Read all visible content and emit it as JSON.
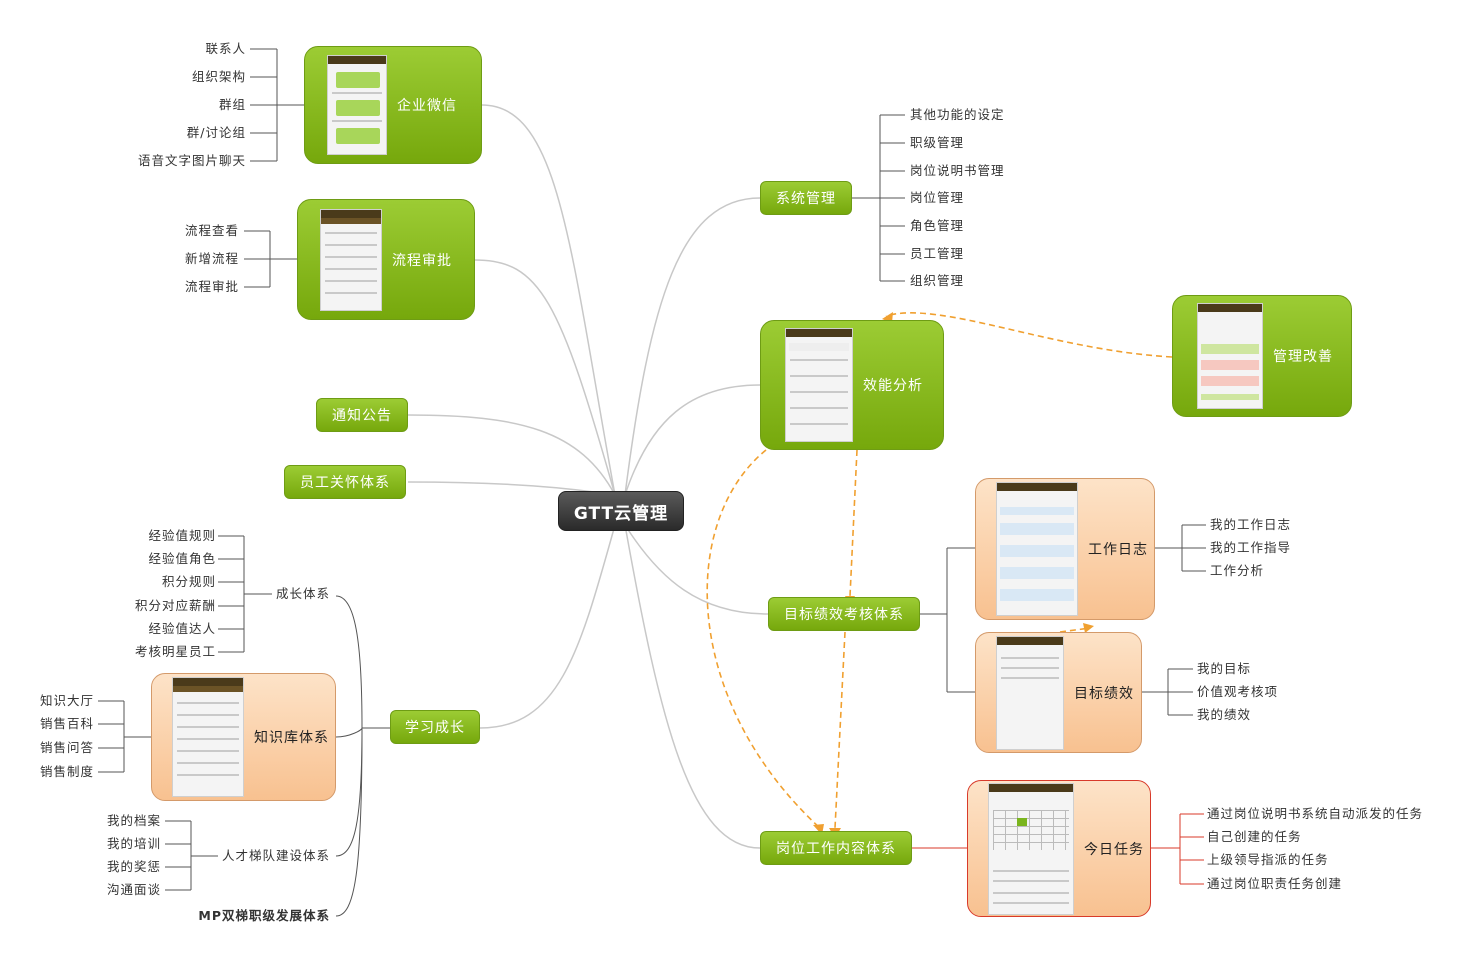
{
  "center": "GTT云管理",
  "colors": {
    "green": "#86b81e",
    "peach": "#f9c89a",
    "link": "#c8c8c8",
    "dash": "#f0a030",
    "red": "#d83a2a"
  },
  "left": {
    "qywx": {
      "label": "企业微信",
      "leaves": [
        "联系人",
        "组织架构",
        "群组",
        "群/讨论组",
        "语音文字图片聊天"
      ]
    },
    "lcsp": {
      "label": "流程审批",
      "leaves": [
        "流程查看",
        "新增流程",
        "流程审批"
      ]
    },
    "tzgg": {
      "label": "通知公告"
    },
    "ygga": {
      "label": "员工关怀体系"
    },
    "xxcz": {
      "label": "学习成长",
      "czix": {
        "label": "成长体系",
        "leaves": [
          "经验值规则",
          "经验值角色",
          "积分规则",
          "积分对应薪酬",
          "经验值达人",
          "考核明星员工"
        ]
      },
      "zsk": {
        "label": "知识库体系",
        "leaves": [
          "知识大厅",
          "销售百科",
          "销售问答",
          "销售制度"
        ]
      },
      "rctd": {
        "label": "人才梯队建设体系",
        "leaves": [
          "我的档案",
          "我的培训",
          "我的奖惩",
          "沟通面谈"
        ]
      },
      "mp": {
        "label": "MP双梯职级发展体系"
      }
    }
  },
  "right": {
    "xtgl": {
      "label": "系统管理",
      "leaves": [
        "其他功能的设定",
        "职级管理",
        "岗位说明书管理",
        "岗位管理",
        "角色管理",
        "员工管理",
        "组织管理"
      ]
    },
    "xnfx": {
      "label": "效能分析"
    },
    "glgs": {
      "label": "管理改善"
    },
    "mbjx": {
      "label": "目标绩效考核体系",
      "gzrz": {
        "label": "工作日志",
        "leaves": [
          "我的工作日志",
          "我的工作指导",
          "工作分析"
        ]
      },
      "mbjxc": {
        "label": "目标绩效",
        "leaves": [
          "我的目标",
          "价值观考核项",
          "我的绩效"
        ]
      }
    },
    "gwgz": {
      "label": "岗位工作内容体系",
      "jrrw": {
        "label": "今日任务",
        "leaves": [
          "通过岗位说明书系统自动派发的任务",
          "自己创建的任务",
          "上级领导指派的任务",
          "通过岗位职责任务创建"
        ]
      }
    }
  }
}
